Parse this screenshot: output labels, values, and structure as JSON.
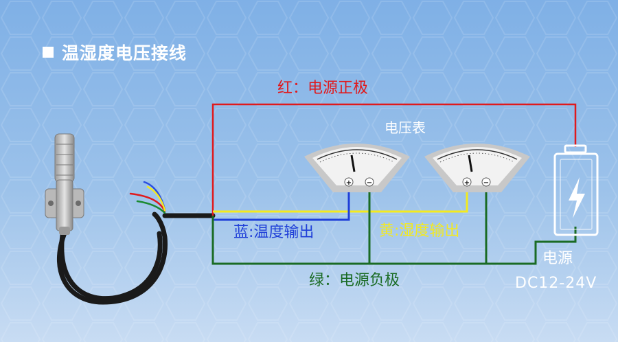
{
  "title": "温湿度电压接线",
  "labels": {
    "red": "红：电源正极",
    "meters": "电压表",
    "blue": "蓝:温度输出",
    "yellow": "黄:湿度输出",
    "green": "绿：电源负极",
    "power_title": "电源",
    "power_range": "DC12-24V"
  },
  "meter_terminals": {
    "plus": "+",
    "minus": "−"
  },
  "colors": {
    "background": "#8fb8e6",
    "red_wire": "#e0191c",
    "blue_wire": "#1f3fd8",
    "yellow_wire": "#f4ea1e",
    "green_wire": "#1a6b24",
    "cable": "#1a1a1a",
    "meter_face": "#f2f2f2",
    "meter_body": "#c8c8c8"
  },
  "icons": [
    "sensor-probe",
    "voltmeter-icon",
    "battery-icon",
    "lightning-icon"
  ]
}
